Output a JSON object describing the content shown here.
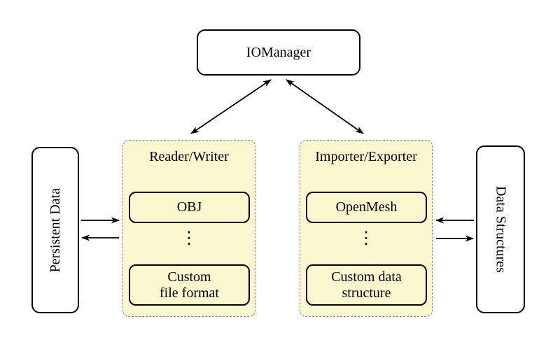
{
  "diagram": {
    "title_node": "IOManager",
    "left_node": "Persistent Data",
    "right_node": "Data Structures",
    "groups": {
      "reader_writer": {
        "title": "Reader/Writer",
        "item_top": "OBJ",
        "ellipsis": "⋮",
        "item_bottom": "Custom\nfile format"
      },
      "importer_exporter": {
        "title": "Importer/Exporter",
        "item_top": "OpenMesh",
        "ellipsis": "⋮",
        "item_bottom": "Custom data\nstructure"
      }
    },
    "colors": {
      "group_background": "#fbf8cf",
      "group_border": "#8a8a8a",
      "node_border": "#000000",
      "node_background": "#ffffff",
      "arrow": "#000000"
    }
  }
}
